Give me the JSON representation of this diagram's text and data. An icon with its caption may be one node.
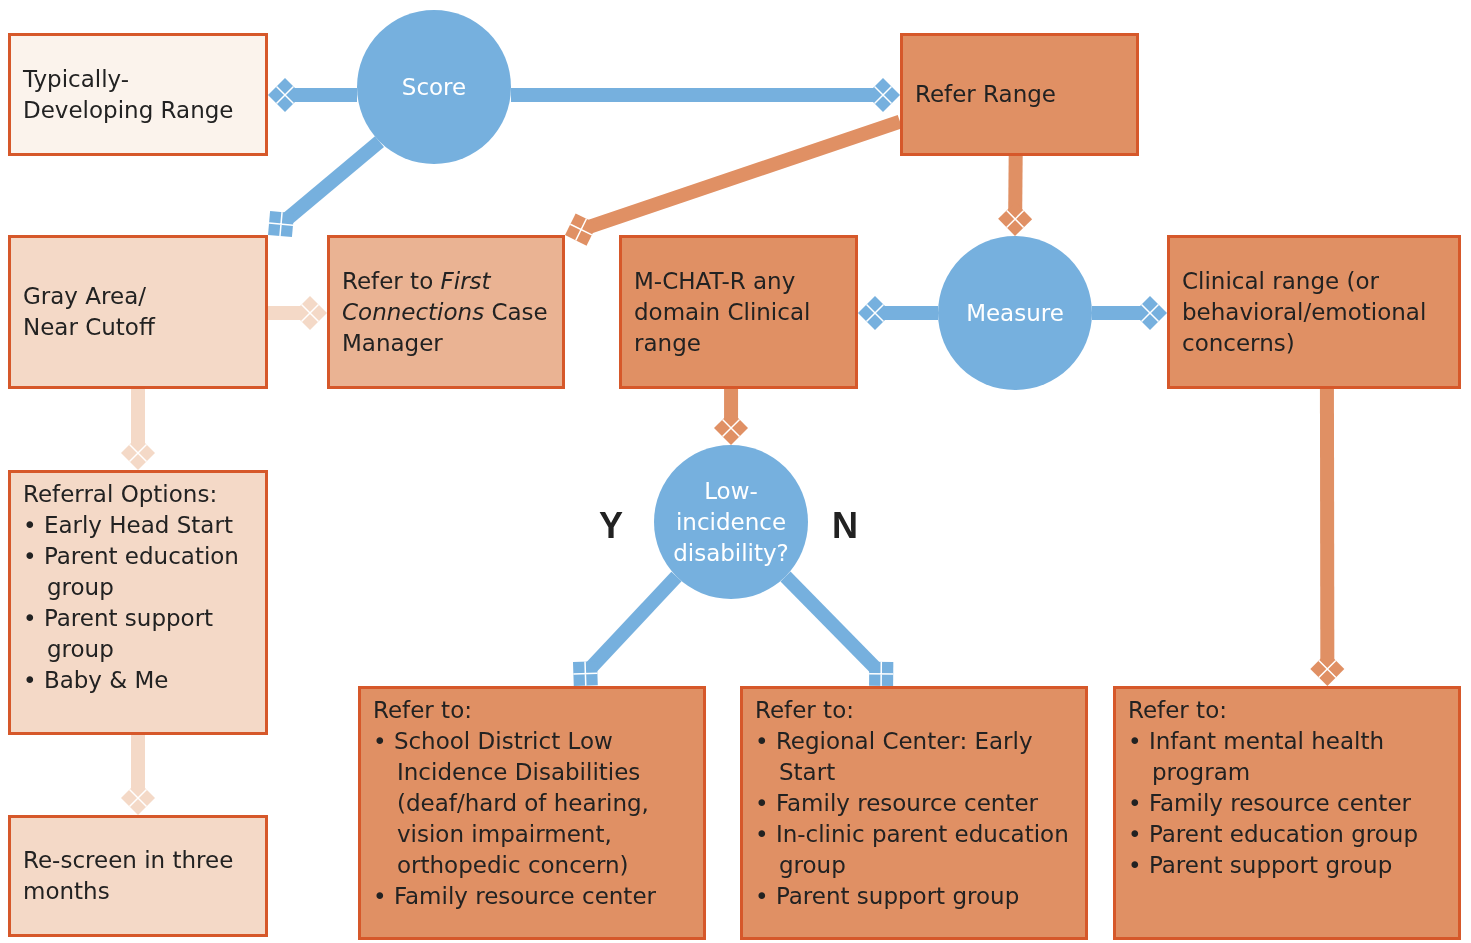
{
  "diagram": {
    "nodes": [
      {
        "text": [
          "Typically-Developing Range"
        ]
      },
      {
        "text": [
          "Score"
        ]
      },
      {
        "text": [
          "Refer Range"
        ]
      },
      {
        "text": [
          "Gray Area/ Near Cutoff"
        ]
      },
      {
        "text": [
          "Refer to *First Connections* Case Manager"
        ]
      },
      {
        "text": [
          "M-CHAT-R any domain Clinical range"
        ]
      },
      {
        "text": [
          "Measure"
        ]
      },
      {
        "text": [
          "Clinical range (or behavioral/emotional concerns)"
        ]
      },
      {
        "text": [
          "Referral Options:",
          "• Early Head Start",
          "• Parent education group",
          "• Parent support group",
          "• Baby & Me"
        ]
      },
      {
        "text": [
          "Low-incidence disability?"
        ]
      },
      {
        "text": [
          "Re-screen in three months"
        ]
      },
      {
        "text": [
          "Refer to:",
          "• School District Low Incidence Disabilities (deaf/hard of hearing, vision impairment, orthopedic concern)",
          "• Family resource center"
        ]
      },
      {
        "text": [
          "Refer to:",
          "• Regional Center: Early Start",
          "• Family resource center",
          "• In-clinic parent education group",
          "• Parent support group"
        ]
      },
      {
        "text": [
          "Refer to:",
          "• Infant mental health program",
          "• Family resource center",
          "• Parent education group",
          "• Parent support group"
        ]
      }
    ],
    "edges": [
      {
        "from": 1,
        "to": 0,
        "arrow": "other"
      },
      {
        "from": 1,
        "to": 2,
        "arrow": "other"
      },
      {
        "from": 1,
        "to": 3,
        "arrow": "other"
      },
      {
        "from": 2,
        "to": 4,
        "arrow": "other",
        "color": "#e09064"
      },
      {
        "from": 2,
        "to": 6,
        "arrow": "other",
        "color": "#e09064"
      },
      {
        "from": 6,
        "to": 5,
        "arrow": "other"
      },
      {
        "from": 6,
        "to": 7,
        "arrow": "other"
      },
      {
        "from": 3,
        "to": 4,
        "arrow": "other",
        "color": "#f4d9c7"
      },
      {
        "from": 3,
        "to": 8,
        "arrow": "other",
        "color": "#f4d9c7"
      },
      {
        "from": 5,
        "to": 9,
        "arrow": "other",
        "color": "#e09064"
      },
      {
        "from": 8,
        "to": 10,
        "arrow": "other",
        "color": "#f4d9c7"
      },
      {
        "from": 9,
        "to": 11,
        "arrow": "other",
        "label": "Y"
      },
      {
        "from": 9,
        "to": 12,
        "arrow": "other",
        "label": "N"
      },
      {
        "from": 7,
        "to": 13,
        "arrow": "other",
        "color": "#e09064"
      }
    ]
  }
}
